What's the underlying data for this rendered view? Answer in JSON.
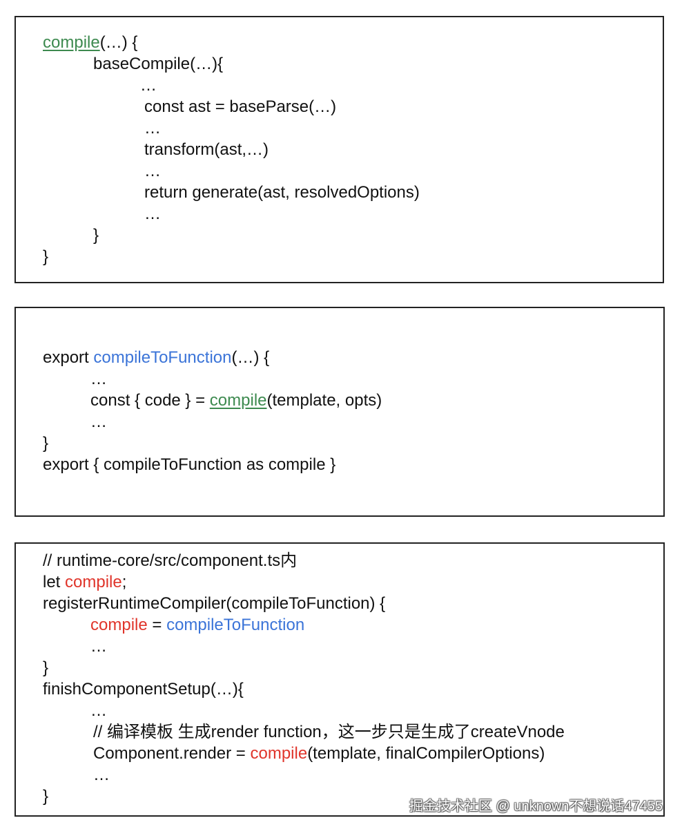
{
  "colors": {
    "green_link": "#3d8a4f",
    "blue_fn": "#3b74d8",
    "red_var": "#e0352b",
    "border": "#222222"
  },
  "box1": {
    "l1_fn": "compile",
    "l1_rest": "(…) {",
    "l2": "baseCompile(…){",
    "l3": "…",
    "l4": "const ast = baseParse(…)",
    "l5": "…",
    "l6": "transform(ast,…)",
    "l7": "…",
    "l8": "return generate(ast, resolvedOptions)",
    "l9": "…",
    "l10": "}",
    "l11": "}"
  },
  "box2": {
    "l1_kw": "export ",
    "l1_fn": "compileToFunction",
    "l1_rest": "(…) {",
    "l2": "…",
    "l3_pre": "const { code } = ",
    "l3_fn": "compile",
    "l3_rest": "(template, opts)",
    "l4": "…",
    "l5": "}",
    "l6": "export { compileToFunction as compile }"
  },
  "box3": {
    "l1": "// runtime-core/src/component.ts内",
    "l2_pre": "let ",
    "l2_var": "compile",
    "l2_rest": ";",
    "l3": "registerRuntimeCompiler(compileToFunction) {",
    "l4_var": "compile",
    "l4_eq": " = ",
    "l4_fn": "compileToFunction",
    "l5": "…",
    "l6": "}",
    "l7": "finishComponentSetup(…){",
    "l8": "…",
    "l9": "// 编译模板 生成render function，这一步只是生成了createVnode",
    "l10_pre": "Component.render = ",
    "l10_var": "compile",
    "l10_rest": "(template, finalCompilerOptions)",
    "l11": "…",
    "l12": "}"
  },
  "watermark": "掘金技术社区 @ unknown不想说话47455"
}
